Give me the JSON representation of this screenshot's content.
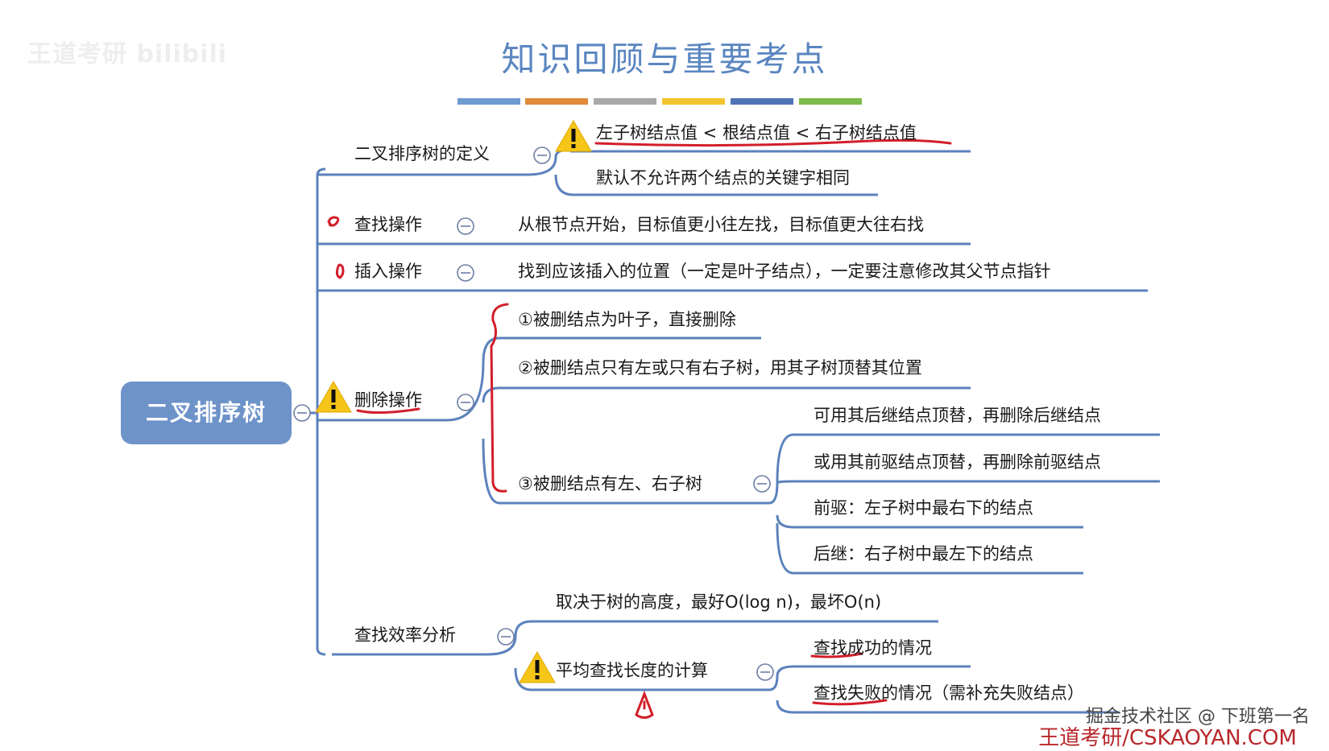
{
  "title": "知识回顾与重要考点",
  "colors": {
    "accent": "#6e93c9",
    "line": "#5b82bd",
    "red_mark": "#d21e2a",
    "warning": "#f5c518",
    "title_bars": [
      "#6e9bd1",
      "#e08a3c",
      "#a8a8a8",
      "#f2c530",
      "#4f73b6",
      "#7dbb4a"
    ]
  },
  "watermarks": {
    "top_left": "王道考研 bilibili",
    "bottom_right_1": "掘金技术社区 @ 下班第一名",
    "bottom_right_2": "王道考研/CSKAOYAN.COM"
  },
  "root": {
    "label": "二叉排序树"
  },
  "branches": {
    "definition": {
      "label": "二叉排序树的定义",
      "children": [
        "左子树结点值 < 根结点值 < 右子树结点值",
        "默认不允许两个结点的关键字相同"
      ]
    },
    "search": {
      "label": "查找操作",
      "children": [
        "从根节点开始，目标值更小往左找，目标值更大往右找"
      ]
    },
    "insert": {
      "label": "插入操作",
      "children": [
        "找到应该插入的位置（一定是叶子结点），一定要注意修改其父节点指针"
      ]
    },
    "delete": {
      "label": "删除操作",
      "children": [
        "①被删结点为叶子，直接删除",
        "②被删结点只有左或只有右子树，用其子树顶替其位置",
        "③被删结点有左、右子树"
      ],
      "case3_children": [
        "可用其后继结点顶替，再删除后继结点",
        "或用其前驱结点顶替，再删除前驱结点",
        "前驱：左子树中最右下的结点",
        "后继：右子树中最左下的结点"
      ]
    },
    "efficiency": {
      "label": "查找效率分析",
      "children": [
        "取决于树的高度，最好O(log n)，最坏O(n)",
        "平均查找长度的计算"
      ],
      "asl_children": [
        "查找成功的情况",
        "查找失败的情况（需补充失败结点）"
      ]
    }
  }
}
